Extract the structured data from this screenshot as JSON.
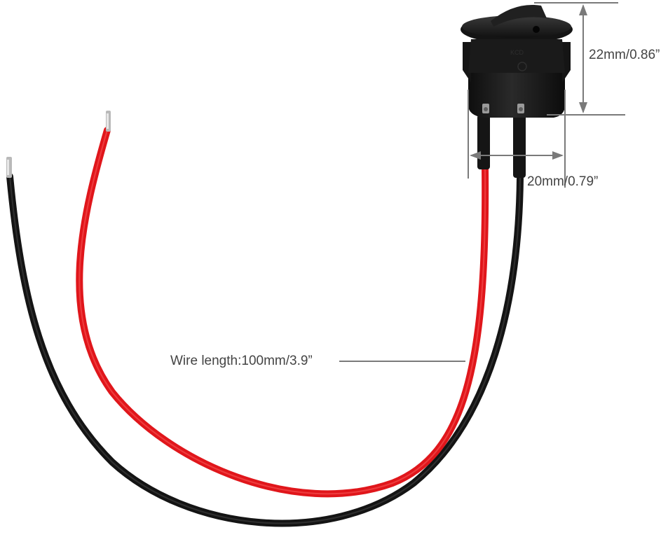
{
  "product": {
    "dimensions": {
      "height": "22mm/0.86”",
      "width": "20mm/0.79”",
      "wire_length": "Wire length:100mm/3.9”"
    },
    "colors": {
      "red_wire": "#e0161b",
      "black_wire": "#1a1a1a",
      "switch_body": "#1c1c1c",
      "dimension_line": "#7a7a7a",
      "label_text": "#444444"
    }
  }
}
